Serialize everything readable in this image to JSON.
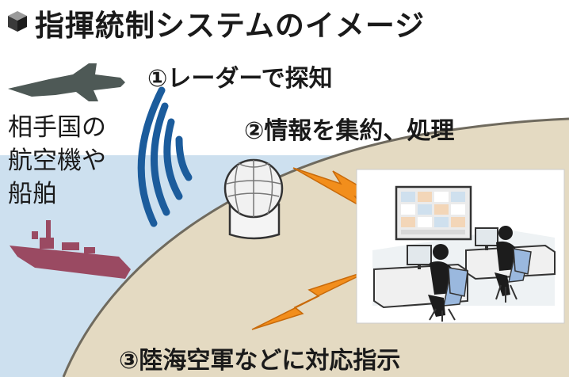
{
  "title": "指揮統制システムのイメージ",
  "steps": {
    "radar": "①レーダーで探知",
    "process": "②情報を集約、処理",
    "command": "③陸海空軍などに対応指示"
  },
  "enemy_label": {
    "line1": "相手国の",
    "line2": "航空機や",
    "line3": "船舶"
  },
  "colors": {
    "sea": "#cde0ef",
    "land": "#e4dac2",
    "lightning": "#f28e1c",
    "aircraft": "#4e5956",
    "ship": "#9a4a62",
    "screen_tile_blue": "#cfe0ee",
    "screen_tile_peach": "#f3d6b8",
    "chair": "#9ab8de",
    "operator": "#1c1c1c"
  }
}
